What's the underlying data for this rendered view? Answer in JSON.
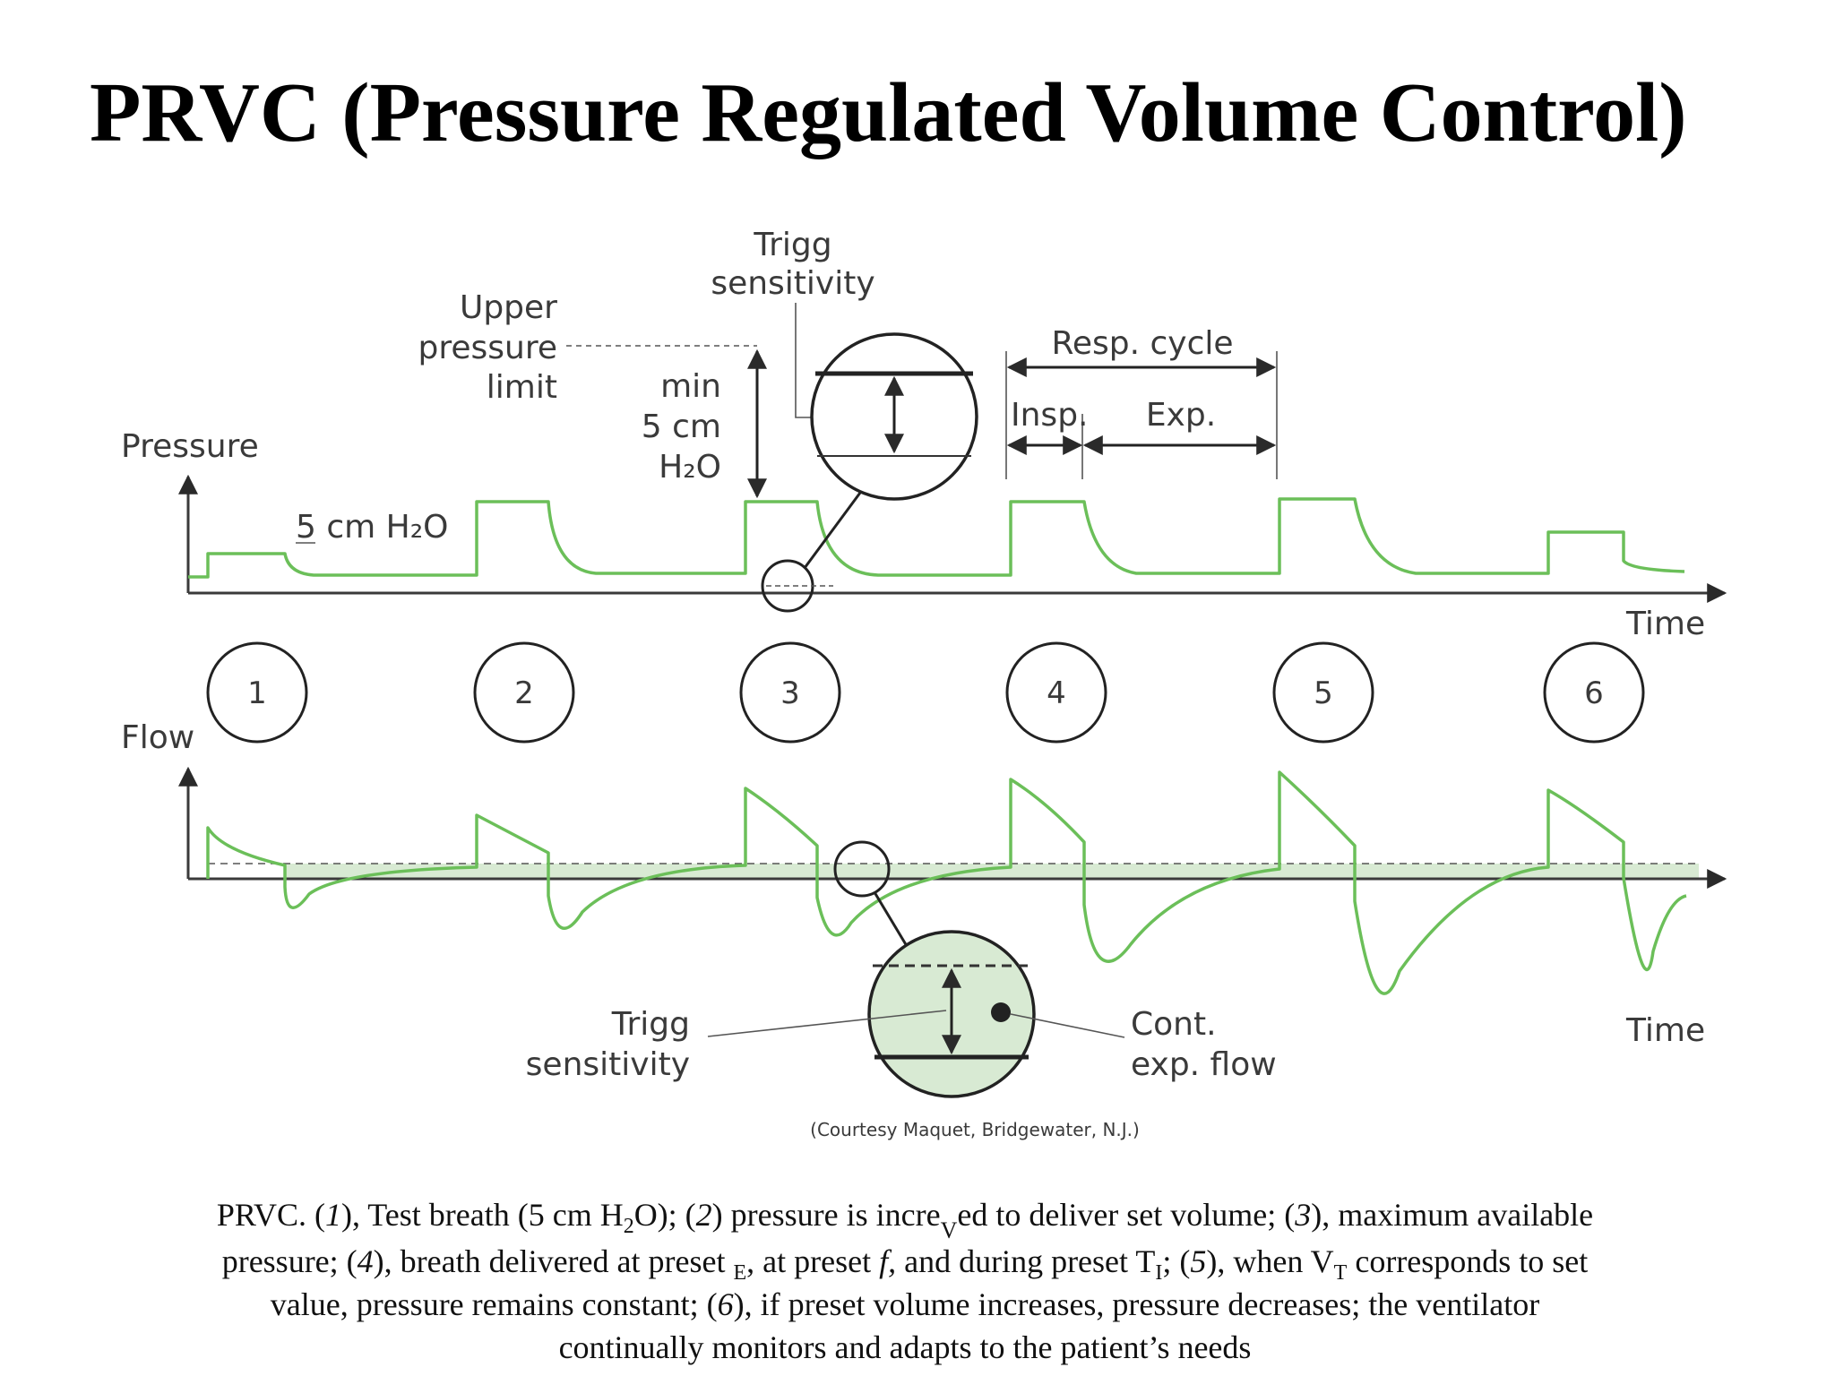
{
  "title": "PRVC (Pressure Regulated Volume Control)",
  "labels": {
    "pressure_axis": "Pressure",
    "flow_axis": "Flow",
    "time_axis_pressure": "Time",
    "time_axis_flow": "Time",
    "test_breath": "5 cm H₂O",
    "upper_limit_1": "Upper",
    "upper_limit_2": "pressure",
    "upper_limit_3": "limit",
    "min_1": "min",
    "min_2": "5 cm",
    "min_3": "H₂O",
    "trigg_top_1": "Trigg",
    "trigg_top_2": "sensitivity",
    "resp_cycle": "Resp. cycle",
    "insp": "Insp.",
    "exp": "Exp.",
    "trigg_bottom_1": "Trigg",
    "trigg_bottom_2": "sensitivity",
    "cont_1": "Cont.",
    "cont_2": "exp. flow",
    "courtesy": "(Courtesy Maquet, Bridgewater, N.J.)"
  },
  "breaths": [
    "1",
    "2",
    "3",
    "4",
    "5",
    "6"
  ],
  "caption": {
    "l1_a": "PRVC. (",
    "l1_b": "1",
    "l1_c": "), Test breath (5 cm H",
    "l1_d": "2",
    "l1_e": "O); (",
    "l1_f": "2",
    "l1_g": ") pressure is incre",
    "l1_h": "V",
    "l1_i": "ed to deliver set volume; (",
    "l1_j": "3",
    "l1_k": "), maximum available",
    "l2_a": "pressure; (",
    "l2_b": "4",
    "l2_c": "), breath delivered at preset ",
    "l2_d": "E",
    "l2_e": ", at preset ",
    "l2_f": "f,",
    "l2_g": " and during preset T",
    "l2_h": "I",
    "l2_i": "; (",
    "l2_j": "5",
    "l2_k": "), when V",
    "l2_l": "T",
    "l2_m": " corresponds to set",
    "l3_a": "value, pressure remains constant; (",
    "l3_b": "6",
    "l3_c": "), if preset volume increases, pressure decreases; the ventilator",
    "l4": "continually monitors and adapts to the patient’s needs"
  },
  "colors": {
    "waveform": "#6bbf59",
    "fill": "#d8ead3",
    "ink": "#3a3a3a"
  }
}
